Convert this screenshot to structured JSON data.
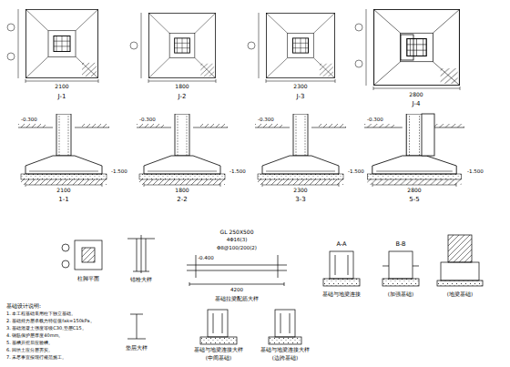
{
  "diagram": {
    "labels": [
      "2100",
      "J-1",
      "1800",
      "J-2",
      "2300",
      "J-3",
      "2800",
      "J-4",
      "-0.300",
      "-1.500",
      "2100",
      "1-1",
      "-0.300",
      "-1.500",
      "1800",
      "2-2",
      "-0.300",
      "-1.500",
      "2300",
      "3-3",
      "-0.300",
      "-1.500",
      "2800",
      "5-5",
      "柱脚平面",
      "锚栓大样",
      "GL 250X500",
      "4Φ16(3)",
      "Φ8@100/200(2)",
      "-0.400",
      "4200",
      "基础拉梁配筋大样",
      "A-A",
      "基础与地梁连接",
      "B-B",
      "(加强基础)",
      "(地梁基础)",
      "垫层大样",
      "基础与地梁连接大样",
      "(中间基础)",
      "基础与地梁连接大样",
      "(边跨基础)",
      "基础设计说明:",
      "1. 本工程基础采用柱下独立基础。",
      "2. 基础持力层承载力特征值fak=150kPa。",
      "3. 基础混凝土强度等级C30,垫层C15。",
      "4. 钢筋保护层厚度40mm。",
      "5. 基槽开挖后应验槽。",
      "6. 回填土应分层夯实。",
      "7. 未尽事宜按现行规范施工。"
    ]
  }
}
